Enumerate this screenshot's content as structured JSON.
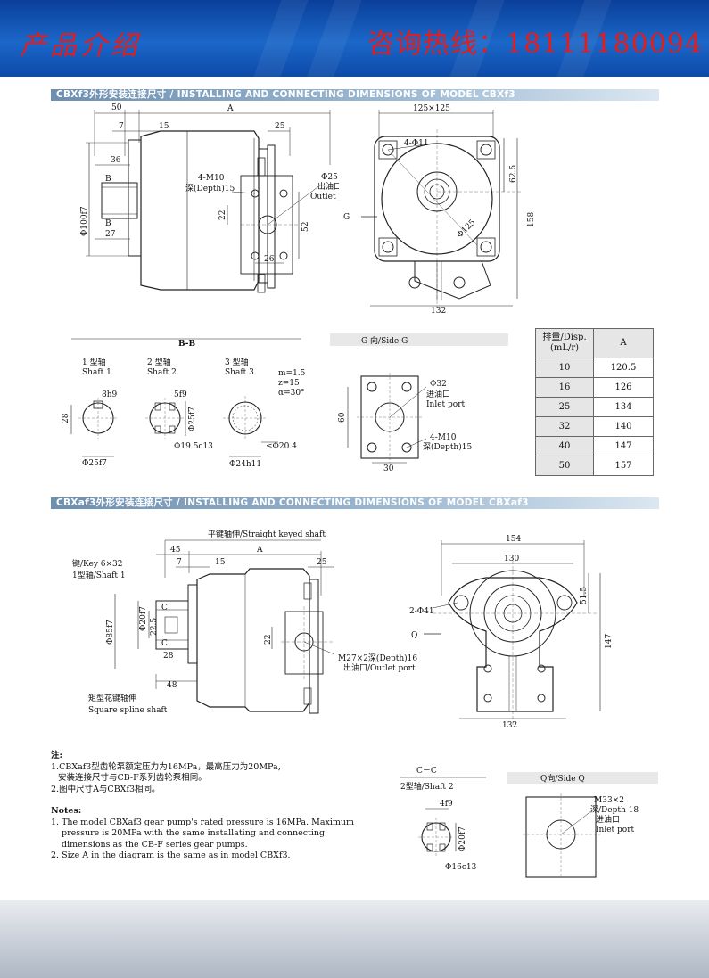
{
  "banner": {
    "left": "产品介绍",
    "right": "咨询热线：18111180094"
  },
  "section1": {
    "title": "CBXf3外形安装连接尺寸 / INSTALLING AND CONNECTING DIMENSIONS OF MODEL CBXf3"
  },
  "section2": {
    "title": "CBXaf3外形安装连接尺寸 / INSTALLING AND CONNECTING DIMENSIONS OF MODEL CBXaf3"
  },
  "fig1": {
    "d50": "50",
    "A": "A",
    "d7": "7",
    "d15": "15",
    "d25": "25",
    "d36": "36",
    "B": "B",
    "d27": "27",
    "phi100": "Φ100f7",
    "m10": "4-M10",
    "depth15": "深(Depth)15",
    "phi25": "Φ25",
    "outlet_cn": "出油口",
    "outlet_en": "Outlet port",
    "d22": "22",
    "d52": "52",
    "d26": "26"
  },
  "fig2": {
    "d125x125": "125×125",
    "phi11": "4-Φ11",
    "d62": "62.5",
    "phi125": "Φ125",
    "d158": "158",
    "d132": "132",
    "G": "G"
  },
  "bb": {
    "title": "B-B",
    "s1cn": "1 型轴",
    "s1en": "Shaft 1",
    "s2cn": "2 型轴",
    "s2en": "Shaft 2",
    "s3cn": "3 型轴",
    "s3en": "Shaft 3",
    "m": "m=1.5",
    "z": "z=15",
    "a": "α=30°",
    "d8h9": "8h9",
    "d28": "28",
    "phi25f7": "Φ25f7",
    "d5f9": "5f9",
    "phi25f7v": "Φ25f7",
    "phi195": "Φ19.5c13",
    "phi204": "≤Φ20.4",
    "phi24": "Φ24h11"
  },
  "sideG": {
    "title": "G 向/Side G",
    "phi32": "Φ32",
    "inlet_cn": "进油口",
    "inlet_en": "Inlet port",
    "d60": "60",
    "m10": "4-M10",
    "depth": "深(Depth)15",
    "d30": "30"
  },
  "table": {
    "h1": "排量/Disp.",
    "h1b": "(mL/r)",
    "h2": "A",
    "rows": [
      [
        "10",
        "120.5"
      ],
      [
        "16",
        "126"
      ],
      [
        "25",
        "134"
      ],
      [
        "32",
        "140"
      ],
      [
        "40",
        "147"
      ],
      [
        "50",
        "157"
      ]
    ]
  },
  "fig3": {
    "straight": "平键轴伸/Straight keyed shaft",
    "key": "键/Key  6×32",
    "shaft1": "1型轴/Shaft 1",
    "d45": "45",
    "A": "A",
    "d7": "7",
    "d15": "15",
    "d25": "25",
    "phi85": "Φ85f7",
    "phi20": "Φ20f7",
    "d225": "22.5",
    "C": "C",
    "d28": "28",
    "d22": "22",
    "d48": "48",
    "m27": "M27×2深(Depth)16",
    "outlet": "出油口/Outlet port",
    "spline_cn": "矩型花键轴伸",
    "spline_en": "Square spline shaft"
  },
  "fig4": {
    "d154": "154",
    "d130": "130",
    "phi41": "2-Φ41",
    "Q": "Q",
    "d515": "51.5",
    "d147": "147",
    "d132": "132"
  },
  "cc": {
    "title": "C－C",
    "shaft2": "2型轴/Shaft 2",
    "d4f9": "4f9",
    "phi20": "Φ20f7",
    "phi16": "Φ16c13"
  },
  "sideQ": {
    "title": "Q向/Side Q",
    "m33": "M33×2",
    "depth": "深/Depth 18",
    "inlet_cn": "进油口",
    "inlet_en": "Inlet port"
  },
  "notes": {
    "cn_title": "注:",
    "cn1": "1.CBXaf3型齿轮泵额定压力为16MPa，最高压力为20MPa,",
    "cn1b": "安装连接尺寸与CB-F系列齿轮泵相同。",
    "cn2": "2.图中尺寸A与CBXf3相同。",
    "en_title": "Notes:",
    "en1": "1. The model CBXaf3 gear pump's rated pressure is 16MPa. Maximum",
    "en1b": "pressure is 20MPa with the same installating  and connecting",
    "en1c": "dimensions as the CB-F series gear pumps.",
    "en2": "2. Size A in the diagram is the same as in model CBXf3."
  }
}
